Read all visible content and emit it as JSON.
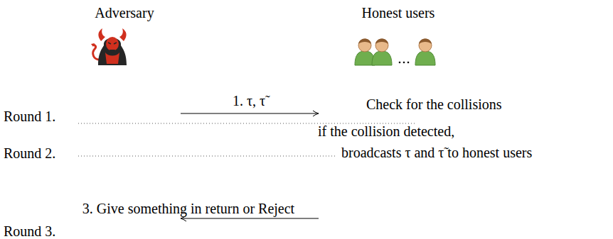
{
  "diagram": {
    "nodes": [
      {
        "text": [
          "Adversary"
        ]
      },
      {
        "text": [
          "Honest users"
        ]
      }
    ],
    "edges": [
      {
        "from": 0,
        "to": 1,
        "arrow": "to",
        "label": "1. τ, τ̃"
      },
      {
        "from": 1,
        "to": 0,
        "arrow": "to",
        "label": "3. Give something in return or Reject"
      }
    ],
    "labels": [
      "Round 1.",
      "Round 2.",
      "Round 3.",
      "Check for the collisions",
      "if the collision detected,",
      "broadcasts τ and τ̃ to honest users"
    ]
  }
}
